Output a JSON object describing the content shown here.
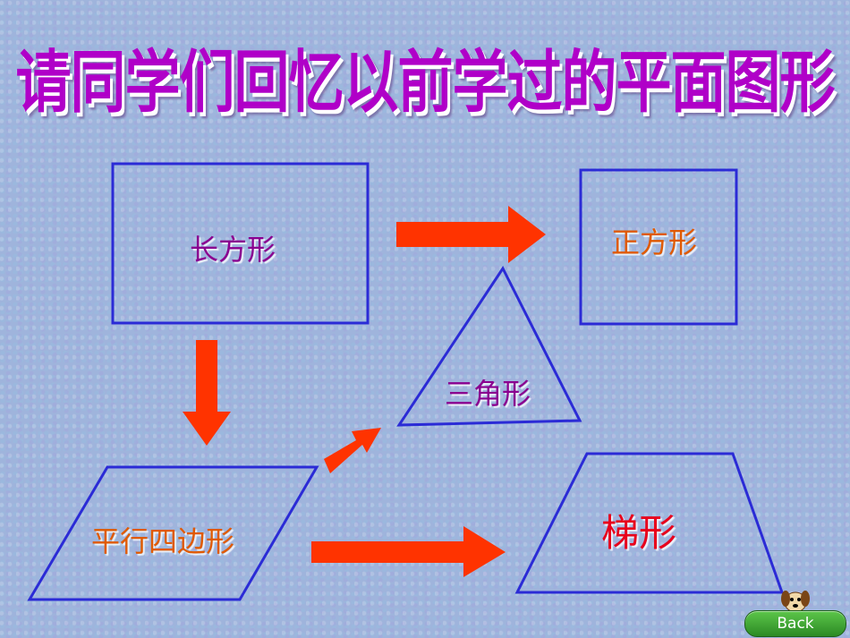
{
  "title": "请同学们回忆以前学过的平面图形",
  "shapes": {
    "rectangle": "长方形",
    "square": "正方形",
    "triangle": "三角形",
    "parallelogram": "平行四边形",
    "trapezoid": "梯形"
  },
  "nav": {
    "back_label": "Back"
  },
  "colors": {
    "title": "#b000c8",
    "outline": "#2b2bd6",
    "arrow": "#ff3300",
    "label_purple": "#8a0090",
    "label_orange": "#e05a00",
    "label_red": "#e8001c"
  },
  "icons": {
    "mascot": "dog-icon"
  }
}
